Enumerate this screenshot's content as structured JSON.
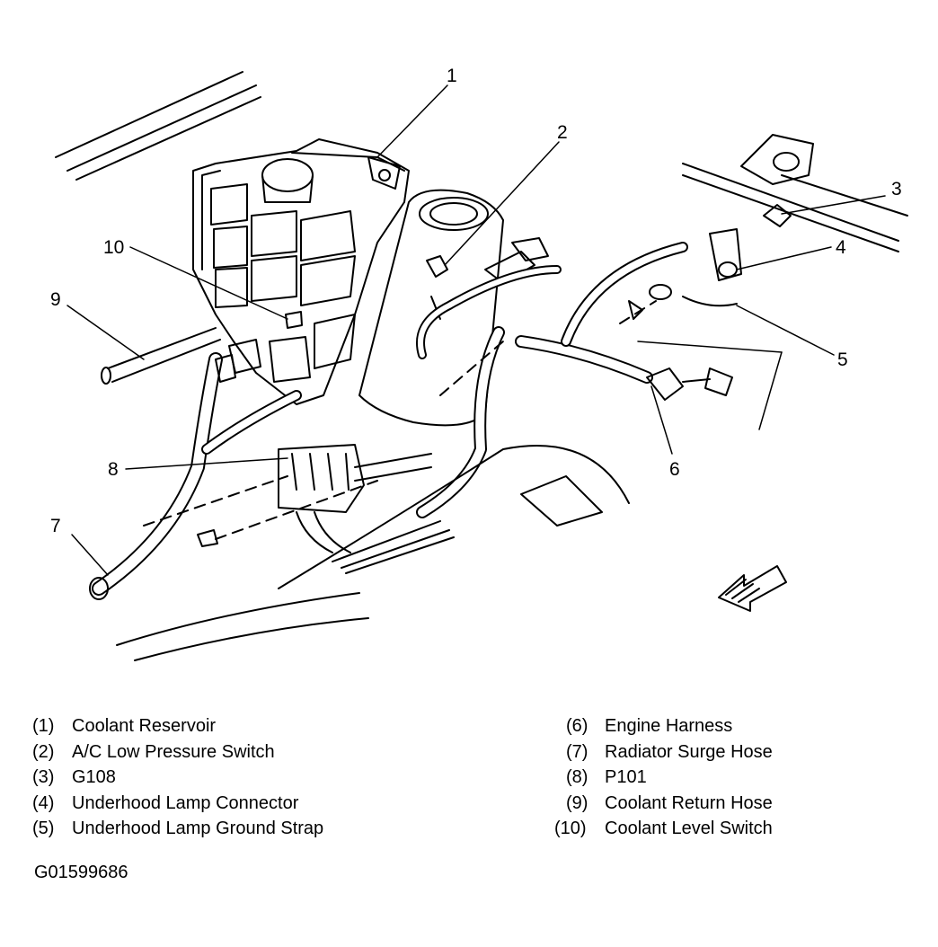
{
  "callouts": [
    "1",
    "2",
    "3",
    "4",
    "5",
    "6",
    "7",
    "8",
    "9",
    "10"
  ],
  "legend": [
    {
      "num": "(1)",
      "label": "Coolant Reservoir"
    },
    {
      "num": "(2)",
      "label": "A/C Low Pressure Switch"
    },
    {
      "num": "(3)",
      "label": "G108"
    },
    {
      "num": "(4)",
      "label": "Underhood Lamp Connector"
    },
    {
      "num": "(5)",
      "label": "Underhood Lamp Ground Strap"
    },
    {
      "num": "(6)",
      "label": "Engine Harness"
    },
    {
      "num": "(7)",
      "label": "Radiator Surge Hose"
    },
    {
      "num": "(8)",
      "label": "P101"
    },
    {
      "num": "(9)",
      "label": "Coolant Return Hose"
    },
    {
      "num": "(10)",
      "label": "Coolant Level Switch"
    }
  ],
  "figure_id": "G01599686"
}
